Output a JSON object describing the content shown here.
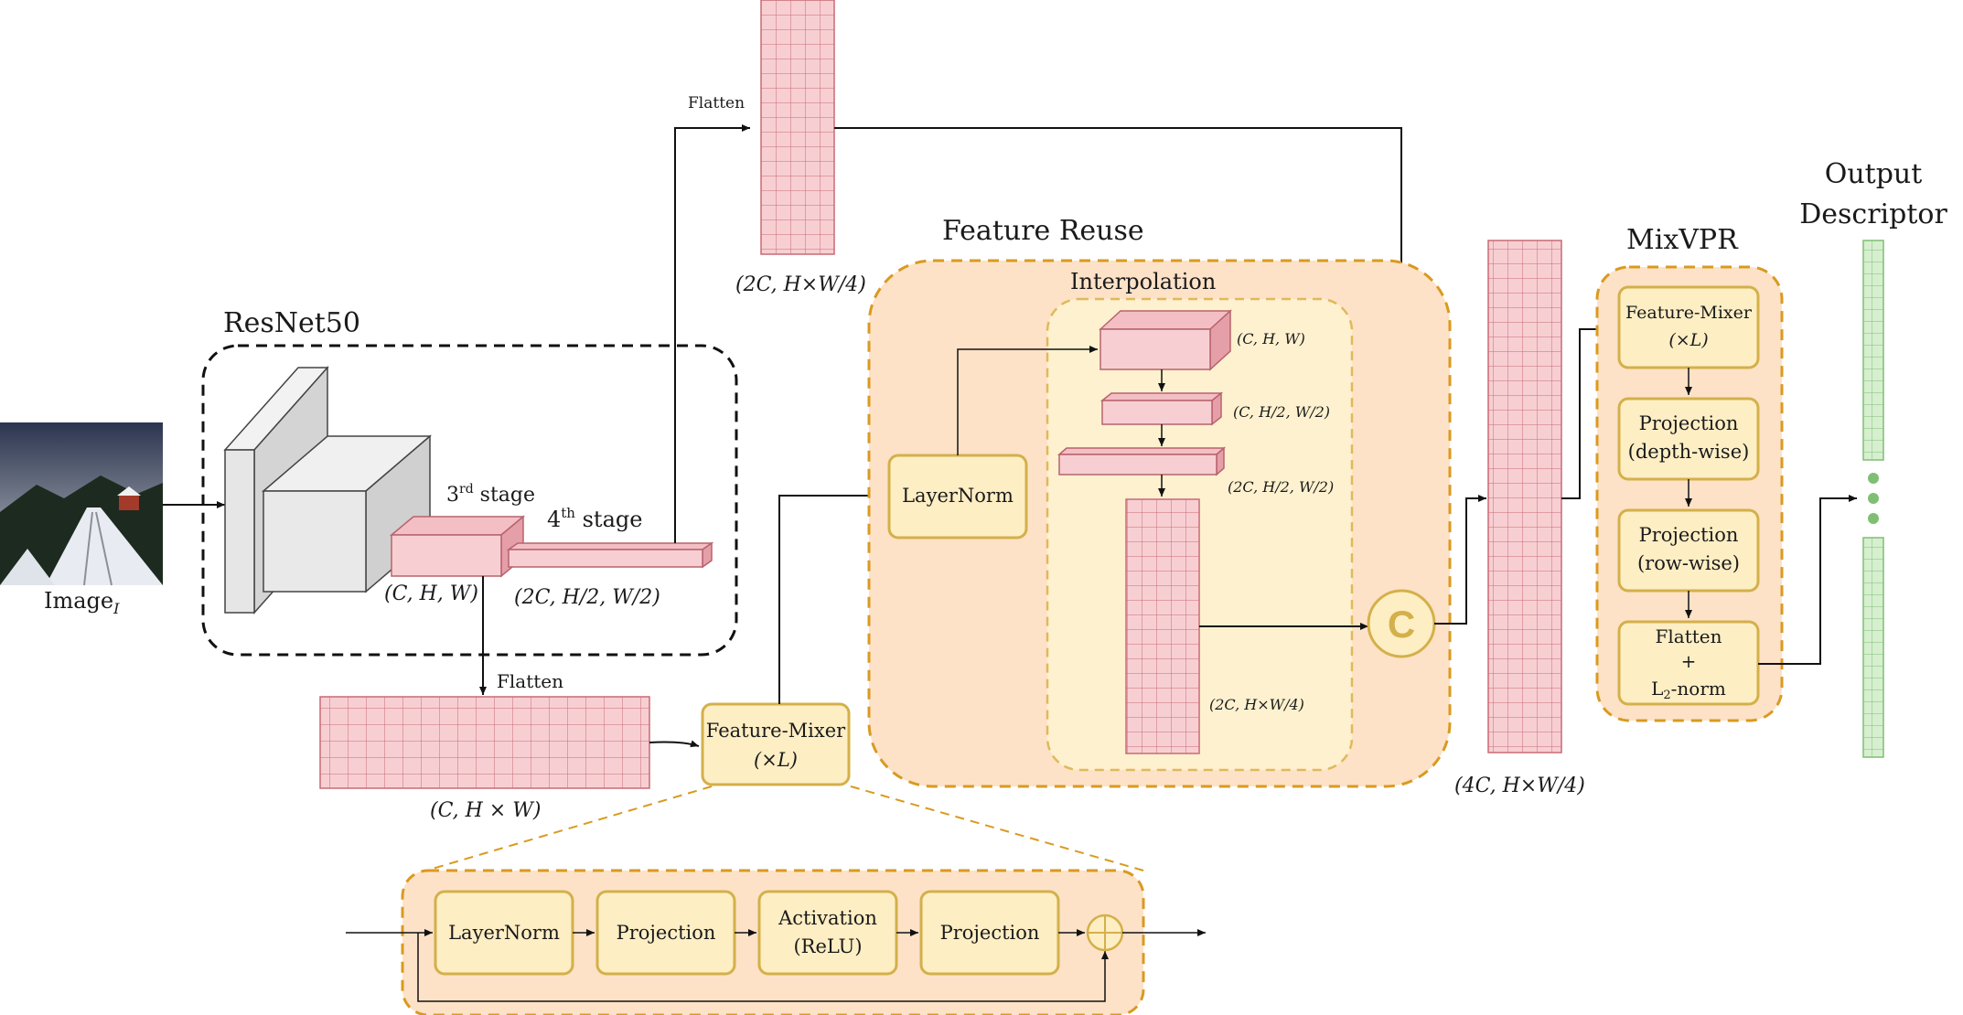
{
  "labels": {
    "resnet_title": "ResNet50",
    "image_label": "Image",
    "image_sub": "I",
    "stage3": "3",
    "stage3_sup": "rd",
    "stage3_word": " stage",
    "stage4": "4",
    "stage4_sup": "th",
    "stage4_word": " stage",
    "dim_chw": "(C, H, W)",
    "dim_2c_h2w2": "(2C, H/2, W/2)",
    "flatten_top": "Flatten",
    "flatten_bottom": "Flatten",
    "dim_c_hw": "(C, H × W)",
    "dim_2c_hw4_top": "(2C, H×W/4)",
    "feature_reuse_title": "Feature Reuse",
    "interpolation_title": "Interpolation",
    "layernorm": "LayerNorm",
    "interp_dim1": "(C, H, W)",
    "interp_dim2": "(C, H/2, W/2)",
    "interp_dim3": "(2C, H/2, W/2)",
    "interp_dim4": "(2C, H×W/4)",
    "concat_symbol": "C",
    "dim_4c_hw4": "(4C, H×W/4)",
    "feature_mixer": "Feature-Mixer",
    "feature_mixer_times": "(×L)",
    "mixvpr_title": "MixVPR",
    "mix_feature_mixer": "Feature-Mixer",
    "mix_feature_mixer_times": "(×L)",
    "mix_projection_dw": "Projection",
    "mix_projection_dw_sub": "(depth-wise)",
    "mix_projection_rw": "Projection",
    "mix_projection_rw_sub": "(row-wise)",
    "mix_flatten": "Flatten",
    "mix_plus": "+",
    "mix_l2": "L",
    "mix_l2_sub": "2",
    "mix_l2_rest": "-norm",
    "output_title_1": "Output",
    "output_title_2": "Descriptor",
    "detail_layernorm": "LayerNorm",
    "detail_projection_1": "Projection",
    "detail_activation": "Activation",
    "detail_activation_sub": "(ReLU)",
    "detail_projection_2": "Projection"
  },
  "colors": {
    "tensor_fill": "#f7cfd3",
    "tensor_stroke": "#c96a74",
    "box_fill": "#fdeec4",
    "box_stroke": "#d4b04a",
    "region_fill": "#fde2c8",
    "region_stroke": "#d99a20",
    "output_fill": "#d6efcf",
    "output_stroke": "#7fbf74",
    "backbone_fill": "#e6e6e6"
  }
}
